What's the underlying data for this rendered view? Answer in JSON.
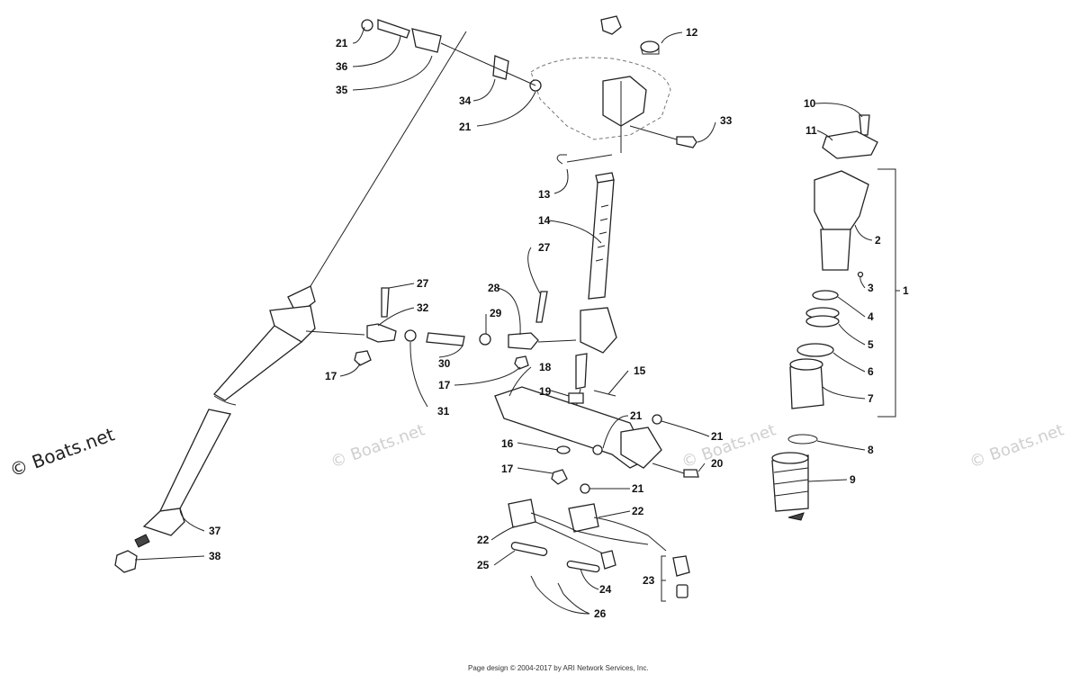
{
  "watermarks": {
    "main": "© Boats.net",
    "faint": [
      "© Boats.net",
      "© Boats.net",
      "© Boats.net"
    ]
  },
  "footer": "Page design © 2004-2017 by ARI Network Services, Inc.",
  "callouts": {
    "c1": "1",
    "c2": "2",
    "c3": "3",
    "c4": "4",
    "c5": "5",
    "c6": "6",
    "c7": "7",
    "c8": "8",
    "c9": "9",
    "c10": "10",
    "c11": "11",
    "c12": "12",
    "c13": "13",
    "c14": "14",
    "c15": "15",
    "c16": "16",
    "c17a": "17",
    "c17b": "17",
    "c17c": "17",
    "c18": "18",
    "c19": "19",
    "c20": "20",
    "c21a": "21",
    "c21b": "21",
    "c21c": "21",
    "c21d": "21",
    "c21e": "21",
    "c22a": "22",
    "c22b": "22",
    "c23": "23",
    "c24": "24",
    "c25": "25",
    "c26": "26",
    "c27a": "27",
    "c27b": "27",
    "c28": "28",
    "c29": "29",
    "c30": "30",
    "c31": "31",
    "c32": "32",
    "c33": "33",
    "c34": "34",
    "c35": "35",
    "c36": "36",
    "c37": "37",
    "c38": "38"
  }
}
